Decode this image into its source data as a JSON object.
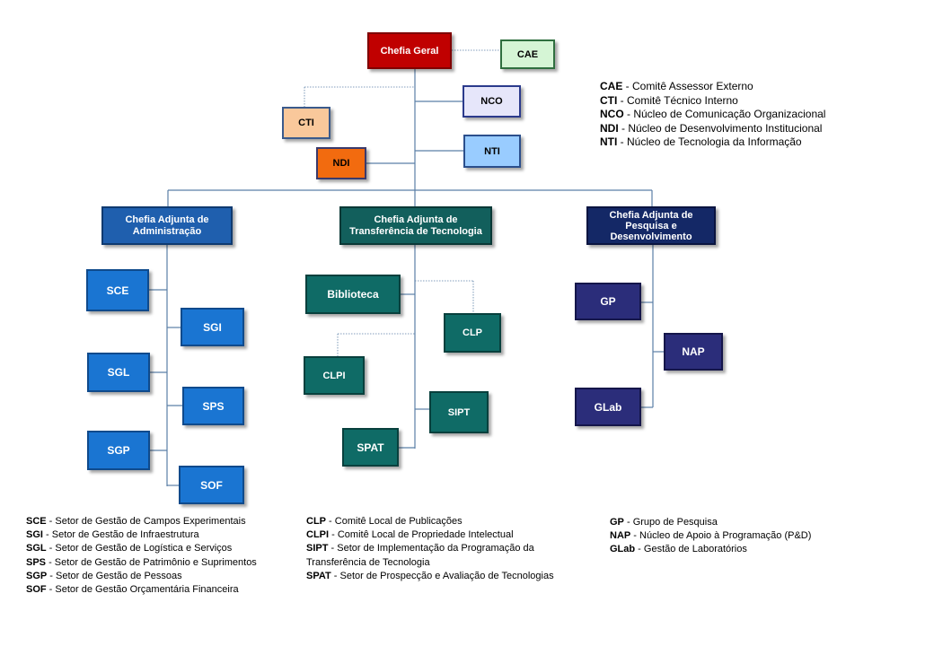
{
  "nodes": {
    "chefia_geral": {
      "label": "Chefia Geral",
      "color": "#c00000",
      "border": "#7f0000",
      "text": "#ffffff"
    },
    "cae": {
      "label": "CAE",
      "color": "#d5f5d5",
      "border": "#2f6f3f",
      "text": "#000000"
    },
    "nco": {
      "label": "NCO",
      "color": "#e6e6fa",
      "border": "#2b3a8c",
      "text": "#000000"
    },
    "cti": {
      "label": "CTI",
      "color": "#f9c89b",
      "border": "#3a5a8c",
      "text": "#000000"
    },
    "nti": {
      "label": "NTI",
      "color": "#99ccff",
      "border": "#2b4f8c",
      "text": "#000000"
    },
    "ndi": {
      "label": "NDI",
      "color": "#f26b0f",
      "border": "#3a3a6c",
      "text": "#000000"
    },
    "adj_admin": {
      "label": "Chefia Adjunta de Administração",
      "color": "#1f5fae",
      "border": "#0f3a70",
      "text": "#ffffff"
    },
    "adj_transf": {
      "label": "Chefia Adjunta de Transferência de Tecnologia",
      "color": "#125f5c",
      "border": "#0a3836",
      "text": "#ffffff"
    },
    "adj_pesq": {
      "label": "Chefia Adjunta de Pesquisa e Desenvolvimento",
      "color": "#142866",
      "border": "#0a1440",
      "text": "#ffffff"
    },
    "sce": {
      "label": "SCE",
      "color": "#1a75d2",
      "border": "#0f4a8c",
      "text": "#ffffff"
    },
    "sgi": {
      "label": "SGI",
      "color": "#1a75d2",
      "border": "#0f4a8c",
      "text": "#ffffff"
    },
    "sgl": {
      "label": "SGL",
      "color": "#1a75d2",
      "border": "#0f4a8c",
      "text": "#ffffff"
    },
    "sps": {
      "label": "SPS",
      "color": "#1a75d2",
      "border": "#0f4a8c",
      "text": "#ffffff"
    },
    "sgp": {
      "label": "SGP",
      "color": "#1a75d2",
      "border": "#0f4a8c",
      "text": "#ffffff"
    },
    "sof": {
      "label": "SOF",
      "color": "#1a75d2",
      "border": "#0f4a8c",
      "text": "#ffffff"
    },
    "biblioteca": {
      "label": "Biblioteca",
      "color": "#0f6b66",
      "border": "#08403d",
      "text": "#ffffff"
    },
    "clp": {
      "label": "CLP",
      "color": "#0f6b66",
      "border": "#08403d",
      "text": "#ffffff"
    },
    "clpi": {
      "label": "CLPI",
      "color": "#0f6b66",
      "border": "#08403d",
      "text": "#ffffff"
    },
    "sipt": {
      "label": "SIPT",
      "color": "#0f6b66",
      "border": "#08403d",
      "text": "#ffffff"
    },
    "spat": {
      "label": "SPAT",
      "color": "#0f6b66",
      "border": "#08403d",
      "text": "#ffffff"
    },
    "gp": {
      "label": "GP",
      "color": "#2b2d7a",
      "border": "#15164a",
      "text": "#ffffff"
    },
    "nap": {
      "label": "NAP",
      "color": "#2b2d7a",
      "border": "#15164a",
      "text": "#ffffff"
    },
    "glab": {
      "label": "GLab",
      "color": "#2b2d7a",
      "border": "#15164a",
      "text": "#ffffff"
    }
  },
  "line_color": "#5b7fa6",
  "legend_top": [
    {
      "abbr": "CAE",
      "desc": "Comitê Assessor  Externo"
    },
    {
      "abbr": "CTI",
      "desc": "Comitê Técnico Interno"
    },
    {
      "abbr": "NCO",
      "desc": "Núcleo de Comunicação Organizacional"
    },
    {
      "abbr": "NDI",
      "desc": "Núcleo de Desenvolvimento  Institucional"
    },
    {
      "abbr": "NTI",
      "desc": "Núcleo de Tecnologia da Informação"
    }
  ],
  "legend_admin": [
    {
      "abbr": "SCE",
      "desc": "Setor de Gestão de Campos Experimentais"
    },
    {
      "abbr": "SGI",
      "desc": "Setor de Gestão de Infraestrutura"
    },
    {
      "abbr": "SGL",
      "desc": "Setor de Gestão de Logística e Serviços"
    },
    {
      "abbr": "SPS",
      "desc": "Setor de Gestão de Patrimônio e Suprimentos"
    },
    {
      "abbr": "SGP",
      "desc": "Setor de Gestão de Pessoas"
    },
    {
      "abbr": "SOF",
      "desc": "Setor de Gestão Orçamentária Financeira"
    }
  ],
  "legend_transf": [
    {
      "abbr": "CLP",
      "desc": "Comitê Local de Publicações"
    },
    {
      "abbr": "CLPI",
      "desc": "Comitê Local de Propriedade Intelectual"
    },
    {
      "abbr": "SIPT",
      "desc": "Setor de Implementação da Programação da"
    },
    {
      "abbr": "",
      "desc": "Transferência de Tecnologia"
    },
    {
      "abbr": "SPAT",
      "desc": "Setor de Prospecção e Avaliação de Tecnologias"
    }
  ],
  "legend_pesq": [
    {
      "abbr": "GP",
      "desc": "Grupo de Pesquisa"
    },
    {
      "abbr": "NAP",
      "desc": "Núcleo de Apoio à Programação (P&D)"
    },
    {
      "abbr": "GLab",
      "desc": "Gestão de Laboratórios"
    }
  ]
}
